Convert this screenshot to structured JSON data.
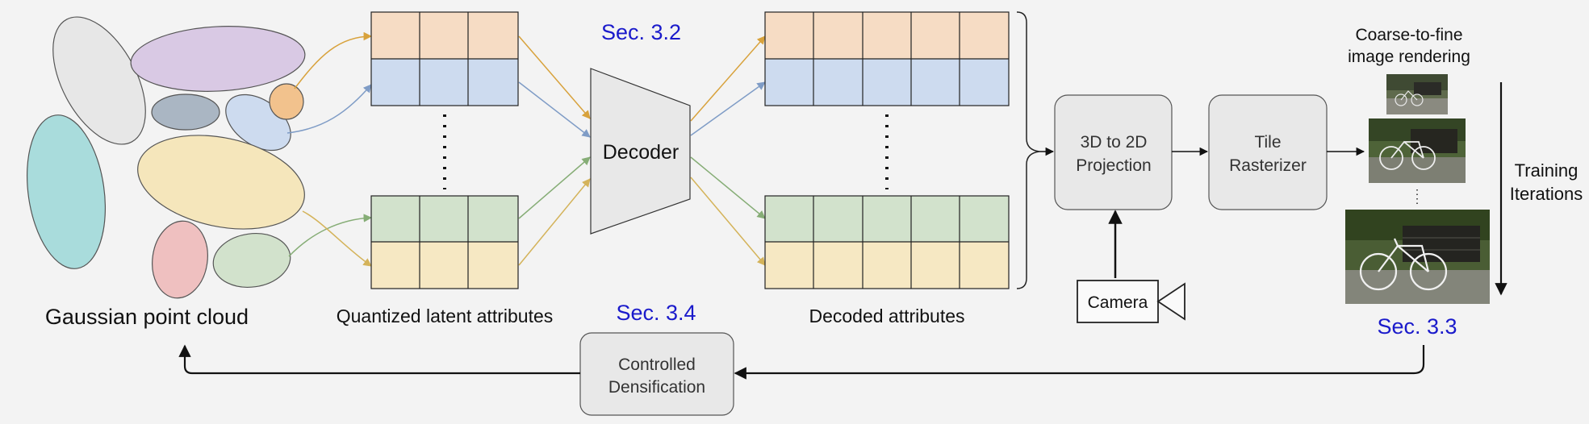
{
  "labels": {
    "point_cloud": "Gaussian point cloud",
    "latent": "Quantized latent attributes",
    "decoded": "Decoded attributes",
    "coarse_line1": "Coarse-to-fine",
    "coarse_line2": "image rendering",
    "training_line1": "Training",
    "training_line2": "Iterations"
  },
  "sections": {
    "sec_decoder": "Sec. 3.2",
    "sec_densify": "Sec. 3.4",
    "sec_render": "Sec. 3.3"
  },
  "boxes": {
    "decoder": "Decoder",
    "projection_line1": "3D to 2D",
    "projection_line2": "Projection",
    "rasterizer_line1": "Tile",
    "rasterizer_line2": "Rasterizer",
    "camera": "Camera",
    "densify_line1": "Controlled",
    "densify_line2": "Densification"
  },
  "colors": {
    "orange_row": "#f6dcc4",
    "blue_row": "#cddbef",
    "green_row": "#d2e2cc",
    "yellow_row": "#f6e8c3",
    "section_blue": "#1a1acb",
    "arrow_orange": "#d8a23c",
    "arrow_blue": "#7f9cc6",
    "arrow_green": "#86ad76"
  }
}
